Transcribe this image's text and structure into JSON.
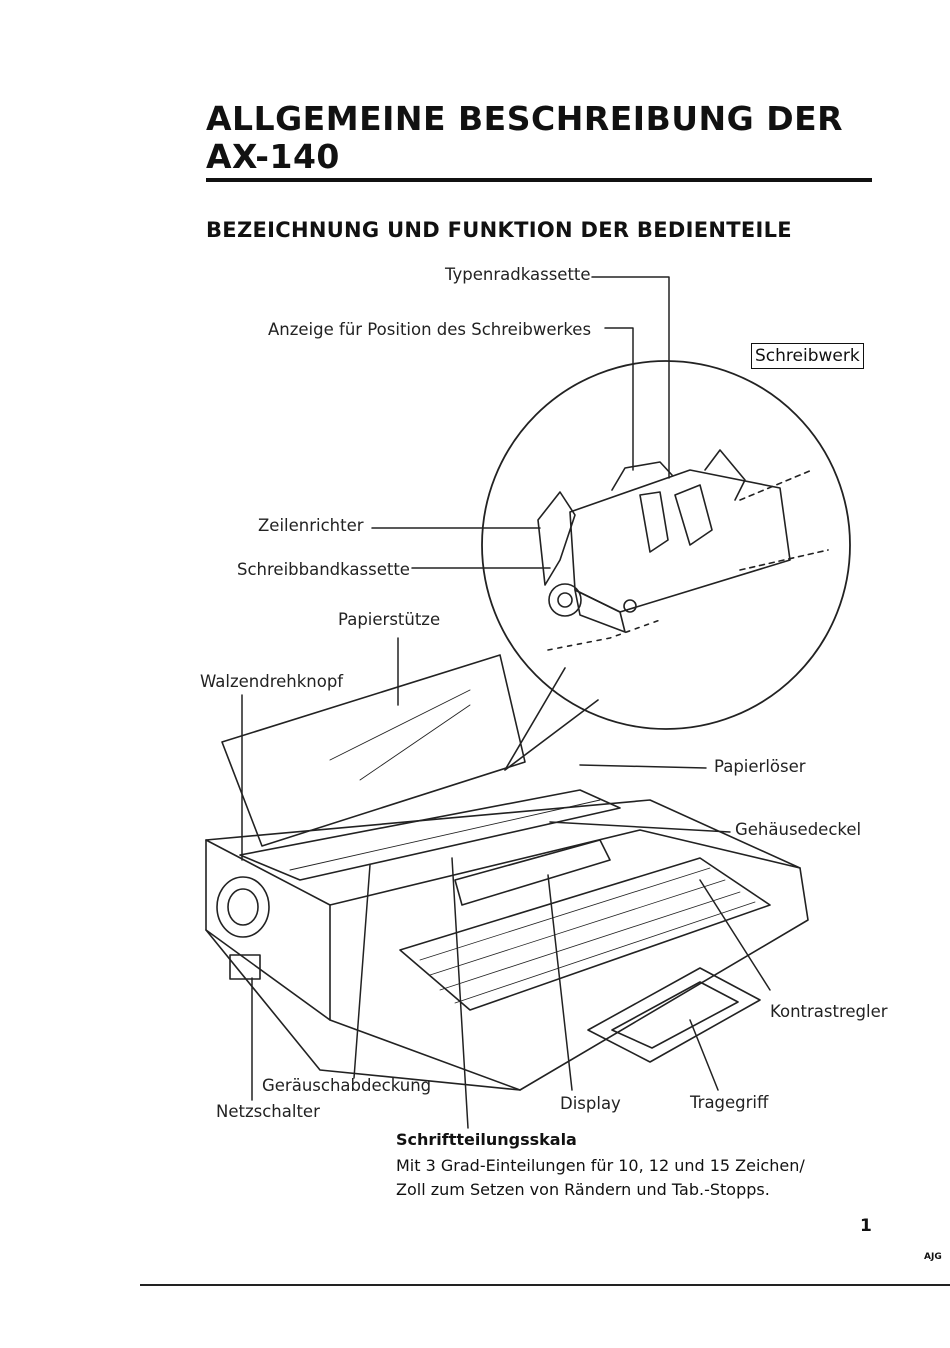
{
  "page": {
    "title": "ALLGEMEINE BESCHREIBUNG DER AX-140",
    "subtitle": "BEZEICHNUNG UND FUNKTION DER BEDIENTEILE"
  },
  "labels": {
    "typenradkassette": "Typenradkassette",
    "anzeige": "Anzeige für Position des Schreibwerkes",
    "schreibwerk": "Schreibwerk",
    "zeilenrichter": "Zeilenrichter",
    "schreibbandkassette": "Schreibbandkassette",
    "papierstuetze": "Papierstütze",
    "walzendrehknopf": "Walzendrehknopf",
    "papierloeser": "Papierlöser",
    "gehaeusedeckel": "Gehäusedeckel",
    "kontrastregler": "Kontrastregler",
    "geraeuschabdeckung": "Geräuschabdeckung",
    "netzschalter": "Netzschalter",
    "display": "Display",
    "tragegriff": "Tragegriff"
  },
  "note": {
    "heading": "Schriftteilungsskala",
    "line1": "Mit 3 Grad-Einteilungen für 10, 12 und 15 Zeichen/",
    "line2": "Zoll zum Setzen von Rändern und Tab.-Stopps."
  },
  "footer": {
    "page_number": "1",
    "code": "AJG"
  }
}
